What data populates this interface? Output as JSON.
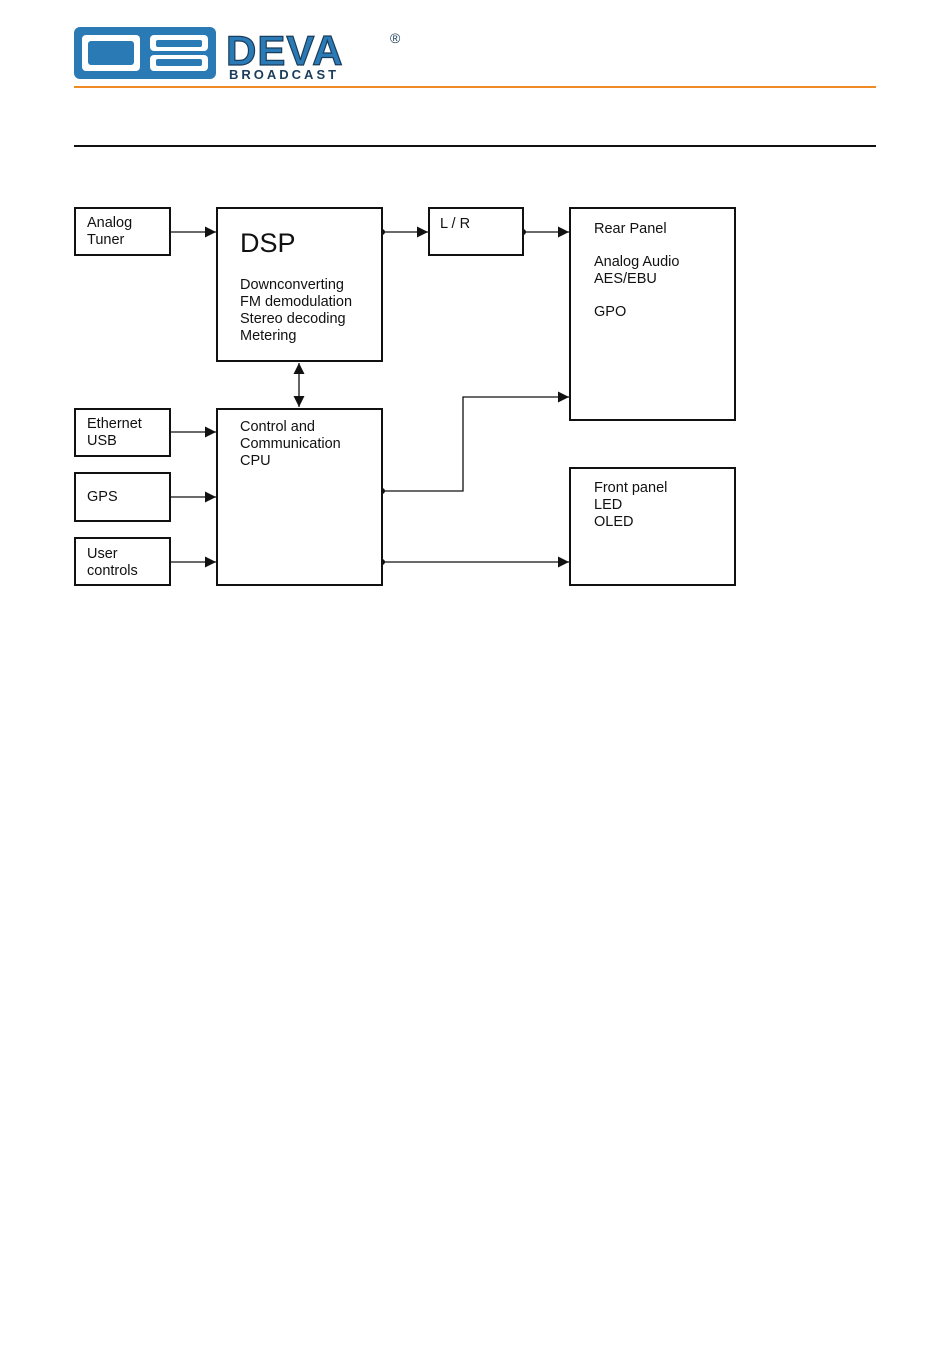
{
  "header": {
    "brand_name": "DEVA",
    "brand_sub": "BROADCAST",
    "registered_mark": "®",
    "accent_color": "#f08a24",
    "logo_color": "#2a7ab5"
  },
  "diagram": {
    "analog_tuner": [
      "Analog",
      "Tuner"
    ],
    "ethernet_usb": [
      "Ethernet",
      "USB"
    ],
    "gps": [
      "GPS"
    ],
    "user_controls": [
      "User",
      "controls"
    ],
    "dsp_title": "DSP",
    "dsp_lines": [
      "Downconverting",
      "FM demodulation",
      "Stereo decoding",
      "Metering"
    ],
    "control": [
      "Control and",
      "Communication",
      "CPU"
    ],
    "lr": "L / R",
    "rear_panel": {
      "title": "Rear Panel",
      "line1": "Analog Audio",
      "line2": "AES/EBU",
      "line3": "GPO"
    },
    "front_panel": [
      "Front panel",
      "LED",
      "OLED"
    ]
  }
}
